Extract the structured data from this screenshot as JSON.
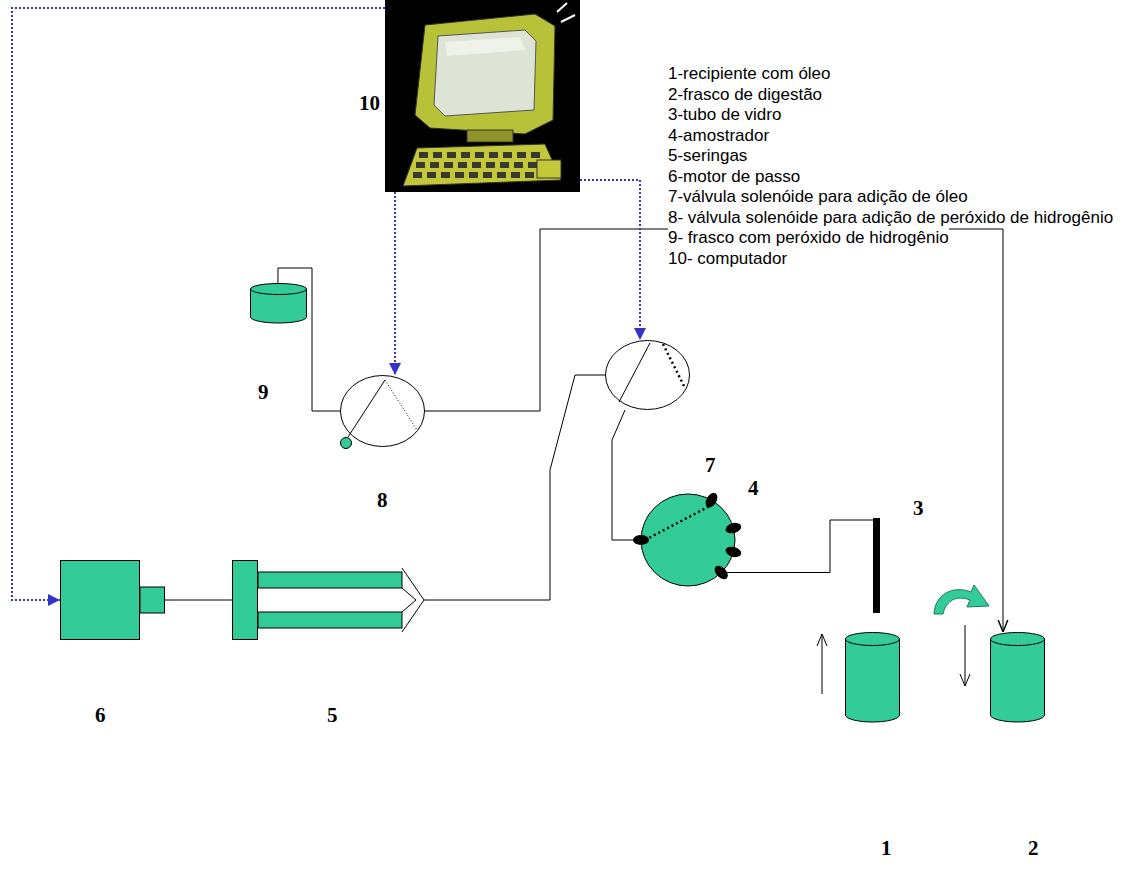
{
  "diagram": {
    "nodes": [
      {
        "text": [
          "10"
        ]
      },
      {
        "text": [
          "9"
        ]
      },
      {
        "text": [
          "8"
        ]
      },
      {
        "text": [
          "7"
        ]
      },
      {
        "text": [
          "4"
        ]
      },
      {
        "text": [
          "3"
        ]
      },
      {
        "text": [
          "6"
        ]
      },
      {
        "text": [
          "5"
        ]
      },
      {
        "text": [
          "1"
        ]
      },
      {
        "text": [
          "2"
        ]
      }
    ],
    "edges": [
      {
        "from": 1,
        "to": 2,
        "arrow": "none"
      },
      {
        "from": 2,
        "to": 9,
        "arrow": "to"
      },
      {
        "from": 0,
        "to": 2,
        "arrow": "to"
      },
      {
        "from": 0,
        "to": 3,
        "arrow": "to"
      },
      {
        "from": 0,
        "to": 6,
        "arrow": "to"
      },
      {
        "from": 6,
        "to": 7,
        "arrow": "none"
      },
      {
        "from": 7,
        "to": 3,
        "arrow": "none"
      },
      {
        "from": 3,
        "to": 4,
        "arrow": "none"
      },
      {
        "from": 4,
        "to": 5,
        "arrow": "none"
      }
    ],
    "labels": [
      "1-recipiente com óleo",
      "2-frasco de digestão",
      "3-tubo de vidro",
      "4-amostrador",
      "5-seringas",
      "6-motor de passo",
      "7-válvula solenóide para adição de óleo",
      "8- válvula solenóide para adição de peróxido de hidrogênio",
      "9- frasco com peróxido de hidrogênio",
      "10- computador"
    ]
  }
}
